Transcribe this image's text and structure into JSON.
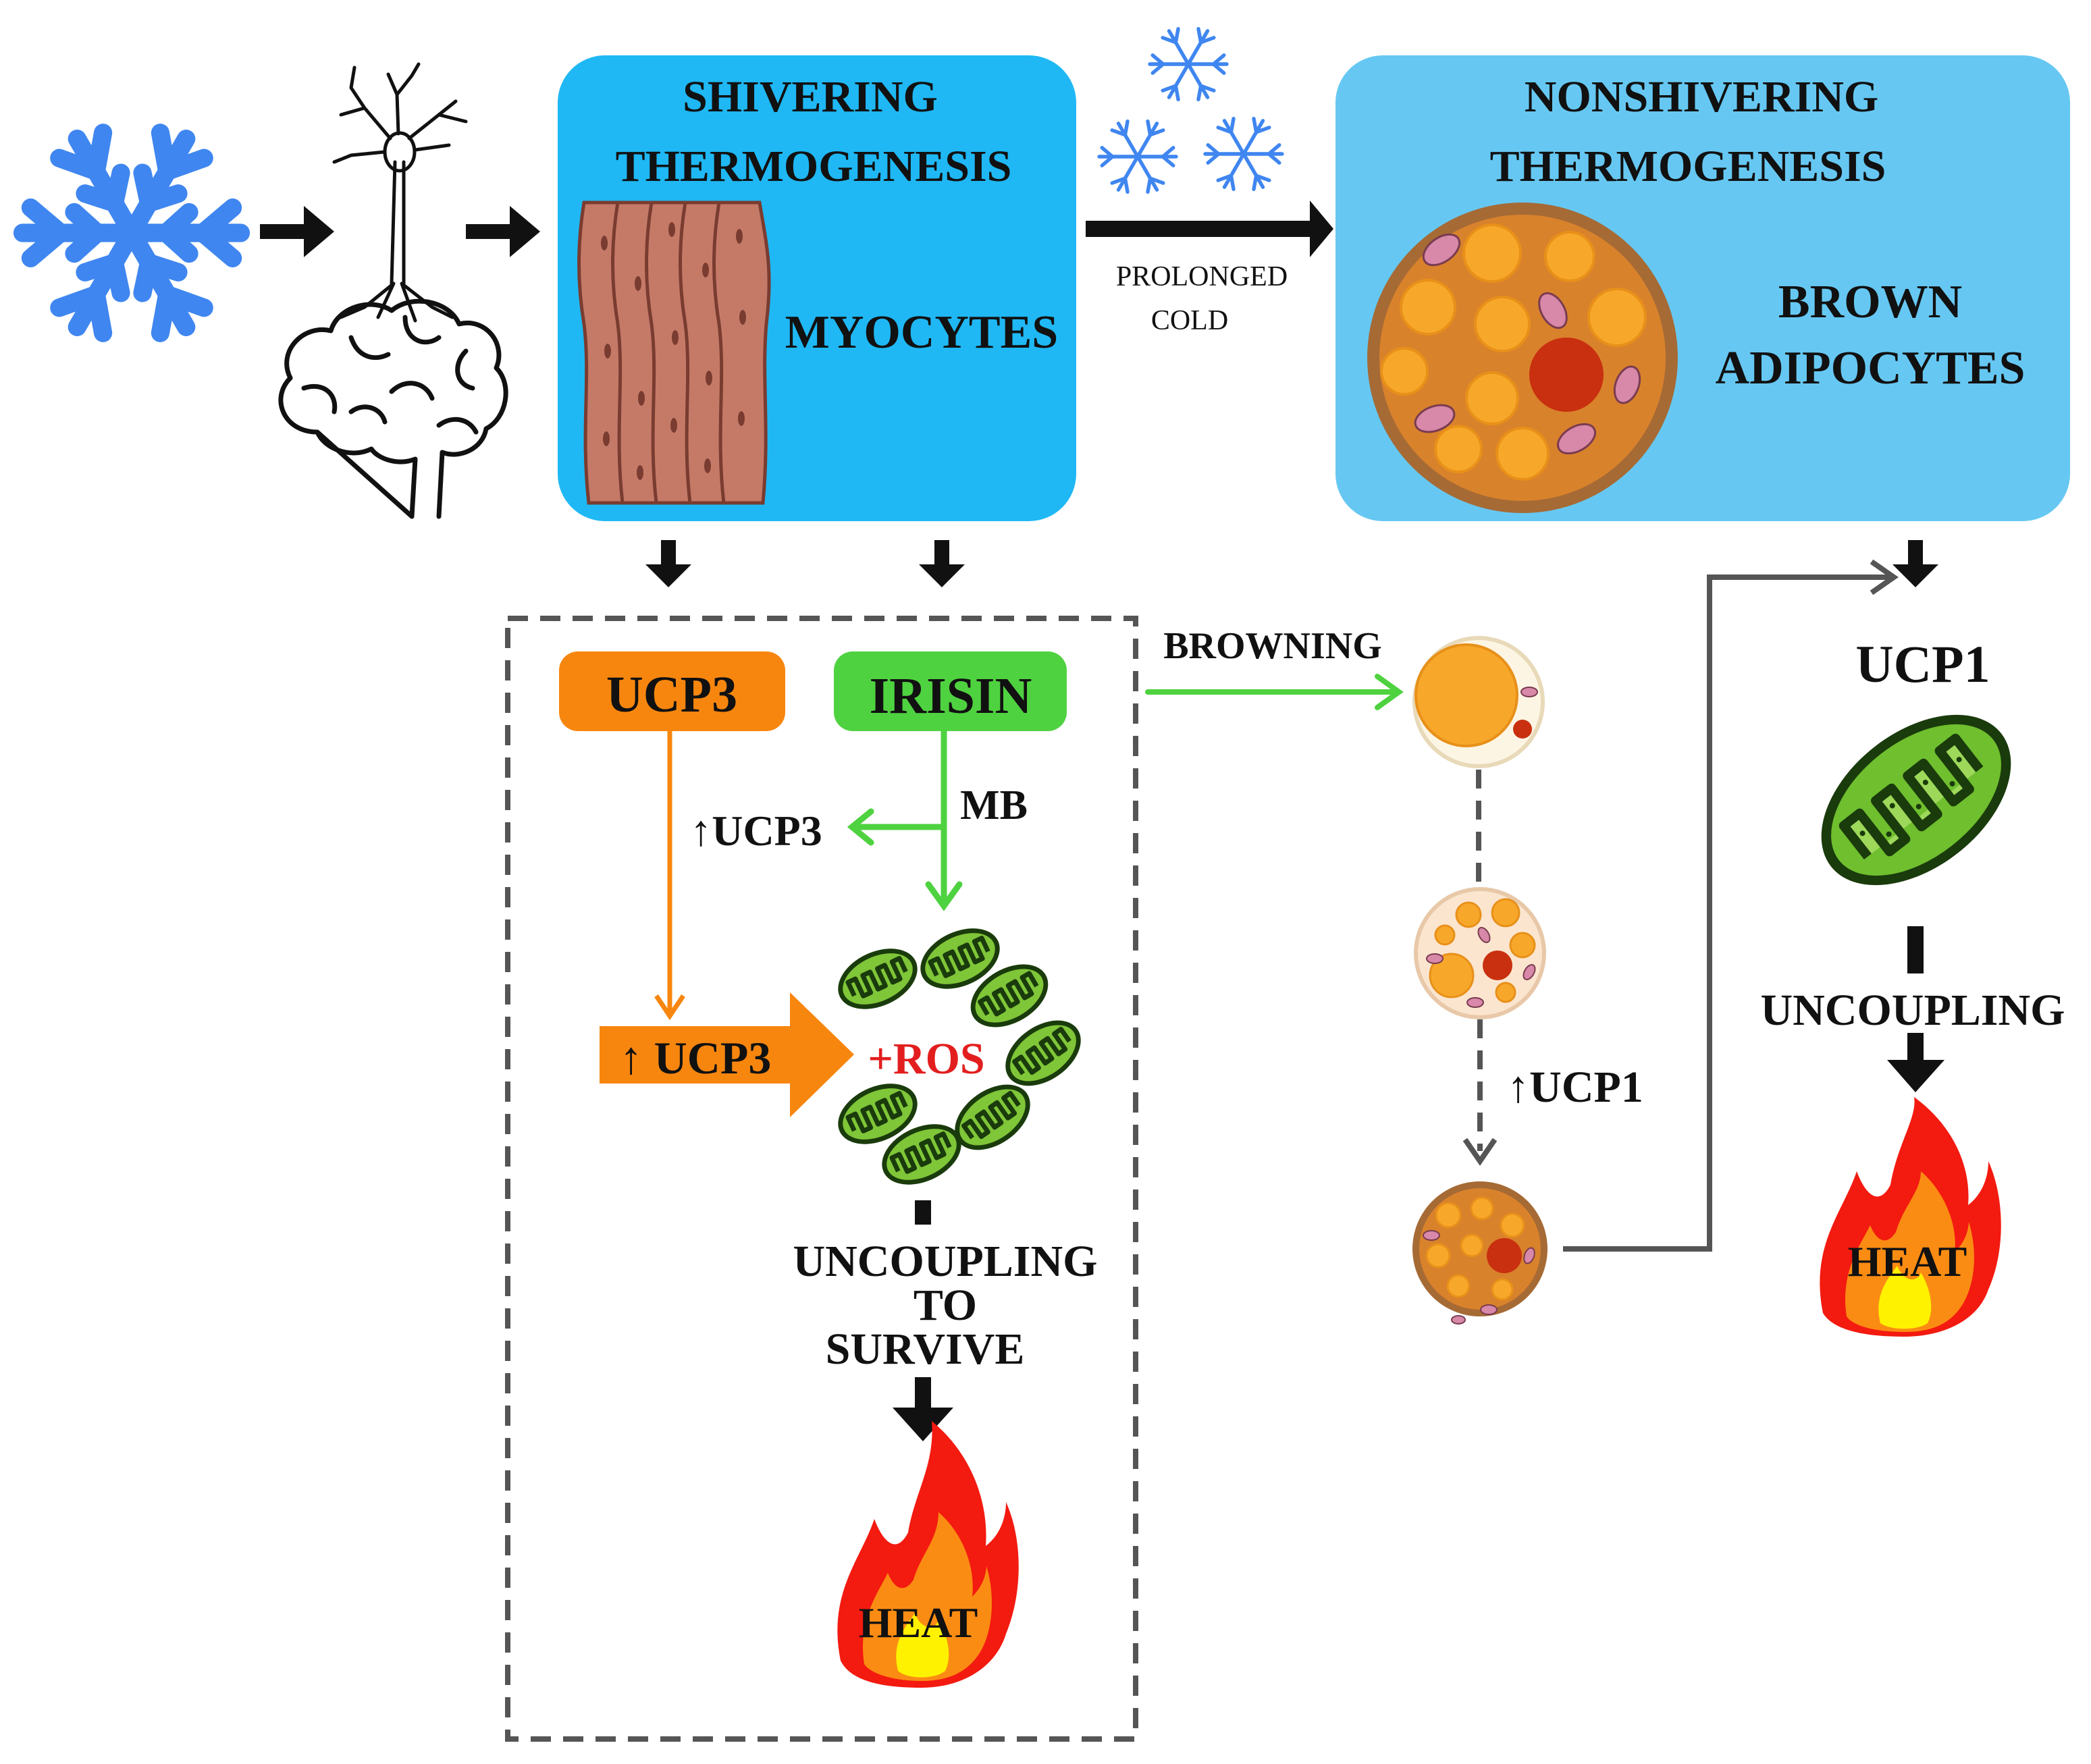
{
  "colors": {
    "panel_left": "#1fb8f4",
    "panel_right": "#66c8f2",
    "ucp3": "#f7860f",
    "irisin": "#4fd240",
    "green_arrow": "#4fd240",
    "ros": "#e31e1e",
    "snowflake": "#3f86f0",
    "black": "#111111",
    "gray_line": "#555555"
  },
  "shivering": {
    "title_line1": "SHIVERING",
    "title_line2": "THERMOGENESIS",
    "cell_label": "MYOCYTES"
  },
  "nonshivering": {
    "title_line1": "NONSHIVERING",
    "title_line2": "THERMOGENESIS",
    "cell_label_line1": "BROWN",
    "cell_label_line2": "ADIPOCYTES"
  },
  "prolonged_cold": {
    "line1": "PROLONGED",
    "line2": "COLD"
  },
  "muscle_pathway": {
    "ucp3_box": "UCP3",
    "irisin_box": "IRISIN",
    "mb_label": "MB",
    "up_ucp3_small": "↑UCP3",
    "up_ucp3_big": "↑ UCP3",
    "ros_label": "+ROS",
    "uncoupling_line1": "UNCOUPLING",
    "uncoupling_line2": "TO",
    "uncoupling_line3": "SURVIVE",
    "heat": "HEAT"
  },
  "browning": {
    "label": "BROWNING",
    "up_ucp1": "↑UCP1"
  },
  "bat_pathway": {
    "ucp1": "UCP1",
    "uncoupling": "UNCOUPLING",
    "heat": "HEAT"
  }
}
